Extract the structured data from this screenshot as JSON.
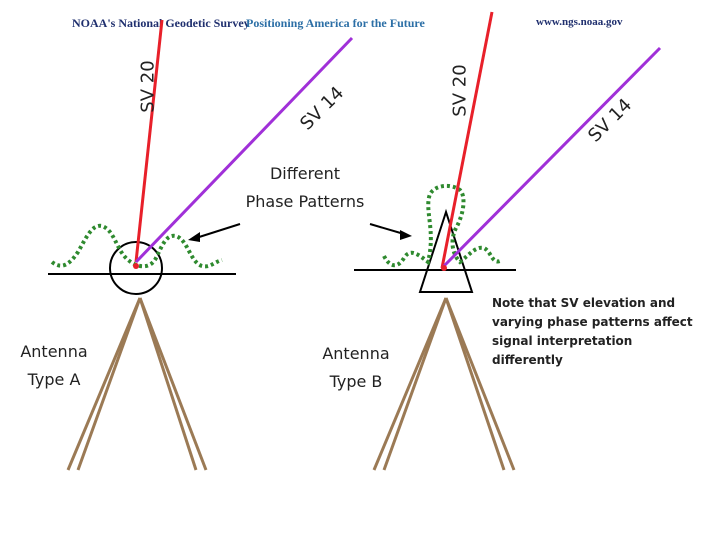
{
  "header": {
    "org": "NOAA's National Geodetic Survey",
    "tagline": "Positioning America for the Future",
    "url": "www.ngs.noaa.gov"
  },
  "labels": {
    "sv20_left": "SV 20",
    "sv14_left": "SV 14",
    "sv20_right": "SV 20",
    "sv14_right": "SV 14",
    "phase_line1": "Different",
    "phase_line2": "Phase Patterns",
    "antenna_a_line1": "Antenna",
    "antenna_a_line2": "Type A",
    "antenna_b_line1": "Antenna",
    "antenna_b_line2": "Type B",
    "note": "Note that SV elevation and varying phase patterns affect signal interpretation differently"
  },
  "colors": {
    "header_navy": "#1f2f6e",
    "header_blue": "#2c6fa6",
    "sv20_ray": "#e8202a",
    "sv14_ray": "#a030d8",
    "phase_pattern": "#2f8a2f",
    "tripod": "#9b7a55",
    "outline": "#000000"
  }
}
